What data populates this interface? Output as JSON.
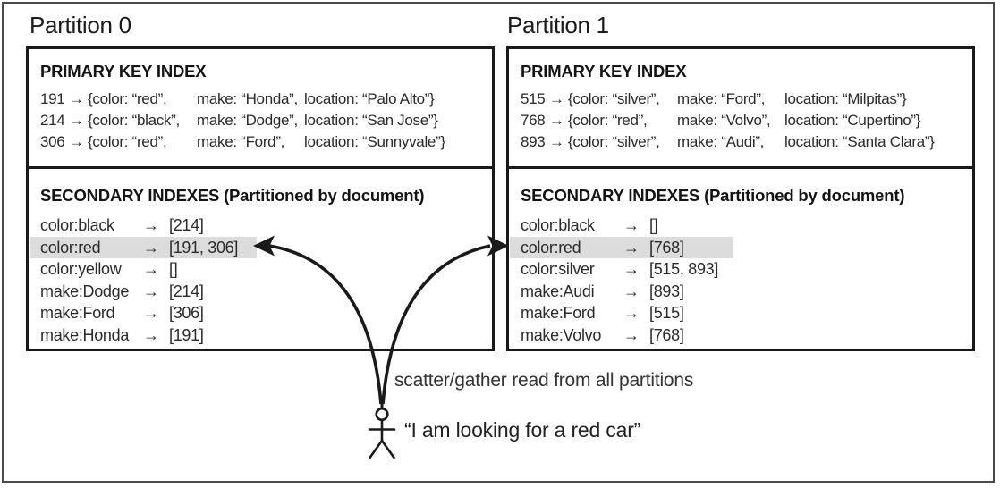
{
  "partitions": [
    {
      "title": "Partition 0",
      "primary": {
        "header": "PRIMARY KEY INDEX",
        "rows": [
          {
            "c1": "191 → {color: “red”,",
            "c2": "make: “Honda”,",
            "c3": "location: “Palo Alto”}"
          },
          {
            "c1": "214 → {color: “black”,",
            "c2": "make: “Dodge”,",
            "c3": "location: “San Jose”}"
          },
          {
            "c1": "306 → {color: “red”,",
            "c2": "make: “Ford”,",
            "c3": "location: “Sunnyvale”}"
          }
        ]
      },
      "secondary": {
        "header": "SECONDARY INDEXES (Partitioned by document)",
        "rows": [
          {
            "term": "color:black",
            "arrow": "→",
            "ids": "[214]",
            "highlighted": false
          },
          {
            "term": "color:red",
            "arrow": "→",
            "ids": "[191, 306]",
            "highlighted": true
          },
          {
            "term": "color:yellow",
            "arrow": "→",
            "ids": "[]",
            "highlighted": false
          },
          {
            "term": "make:Dodge",
            "arrow": "→",
            "ids": "[214]",
            "highlighted": false
          },
          {
            "term": "make:Ford",
            "arrow": "→",
            "ids": "[306]",
            "highlighted": false
          },
          {
            "term": "make:Honda",
            "arrow": "→",
            "ids": "[191]",
            "highlighted": false
          }
        ]
      }
    },
    {
      "title": "Partition 1",
      "primary": {
        "header": "PRIMARY KEY INDEX",
        "rows": [
          {
            "c1": "515 → {color: “silver”,",
            "c2": "make: “Ford”,",
            "c3": "location: “Milpitas”}"
          },
          {
            "c1": "768 → {color: “red”,",
            "c2": "make: “Volvo”,",
            "c3": "location: “Cupertino”}"
          },
          {
            "c1": "893 → {color: “silver”,",
            "c2": "make: “Audi”,",
            "c3": "location: “Santa Clara”}"
          }
        ]
      },
      "secondary": {
        "header": "SECONDARY INDEXES (Partitioned by document)",
        "rows": [
          {
            "term": "color:black",
            "arrow": "→",
            "ids": "[]",
            "highlighted": false
          },
          {
            "term": "color:red",
            "arrow": "→",
            "ids": "[768]",
            "highlighted": true
          },
          {
            "term": "color:silver",
            "arrow": "→",
            "ids": "[515, 893]",
            "highlighted": false
          },
          {
            "term": "make:Audi",
            "arrow": "→",
            "ids": "[893]",
            "highlighted": false
          },
          {
            "term": "make:Ford",
            "arrow": "→",
            "ids": "[515]",
            "highlighted": false
          },
          {
            "term": "make:Volvo",
            "arrow": "→",
            "ids": "[768]",
            "highlighted": false
          }
        ]
      }
    }
  ],
  "annotations": {
    "scatter_gather_label": "scatter/gather read from all partitions",
    "user_quote": "“I am looking for a red car”",
    "user_icon": "stick-figure",
    "arrow_icons": [
      "arrow-left-icon",
      "arrow-right-icon"
    ]
  },
  "colors": {
    "highlight": "#dcdcdc",
    "ink": "#1a1a1a",
    "background": "#ffffff"
  }
}
